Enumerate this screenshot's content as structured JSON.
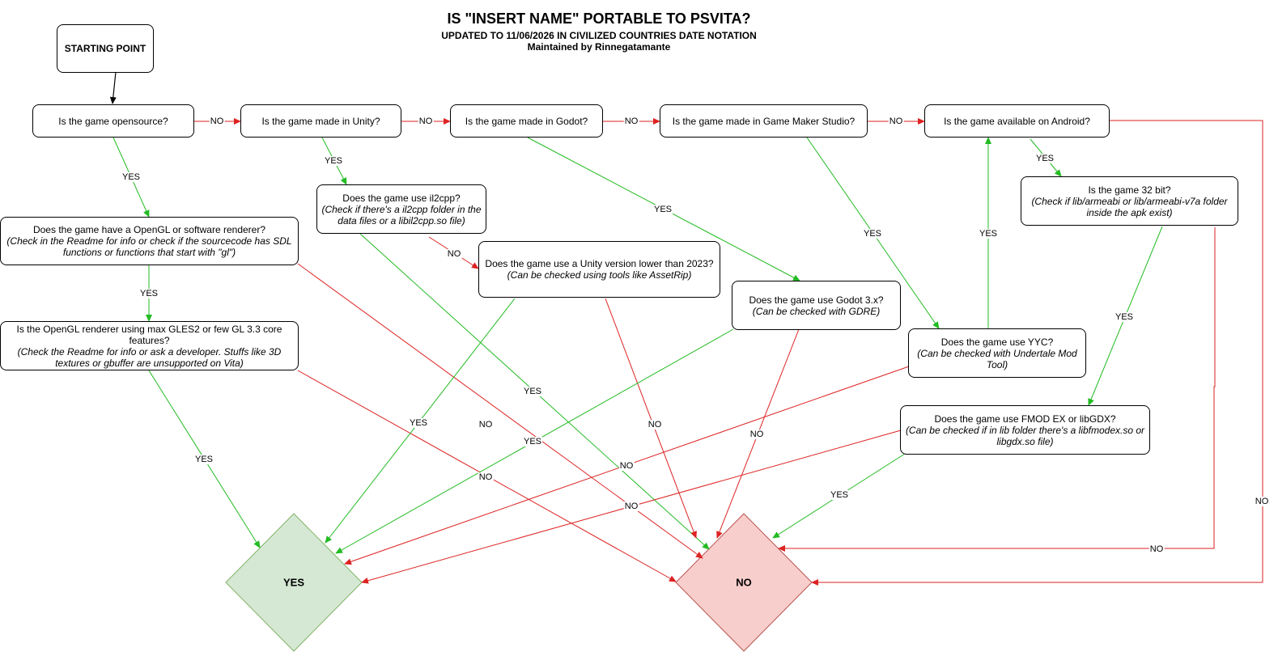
{
  "header": {
    "title": "IS \"INSERT NAME\" PORTABLE TO PSVITA?",
    "subtitle": "UPDATED TO 11/06/2026 IN CIVILIZED COUNTRIES DATE NOTATION",
    "maintainer": "Maintained by Rinnegatamante"
  },
  "colors": {
    "yes": "#22bb22",
    "no": "#dd2222",
    "start": "#000000",
    "yes_fill": "#d5e8d4",
    "yes_stroke": "#82b366",
    "no_fill": "#f8cecc",
    "no_stroke": "#b85450"
  },
  "nodes": {
    "start": {
      "label": "STARTING POINT"
    },
    "opensource": {
      "question": "Is the game opensource?"
    },
    "unity": {
      "question": "Is the game made in Unity?"
    },
    "godot": {
      "question": "Is the game made in Godot?"
    },
    "gms": {
      "question": "Is the game made in Game Maker Studio?"
    },
    "android": {
      "question": "Is the game available on Android?"
    },
    "renderer": {
      "question": "Does the game have a OpenGL or software renderer?",
      "hint": "(Check in the Readme for info or check if the sourcecode has SDL functions or functions that start with \"gl\")"
    },
    "gles": {
      "question": "Is the OpenGL renderer using max GLES2 or few GL 3.3 core features?",
      "hint": "(Check the Readme for info or ask a developer. Stuffs like 3D textures or gbuffer are unsupported on Vita)"
    },
    "il2cpp": {
      "question": "Does the game use il2cpp?",
      "hint": "(Check if there's a il2cpp folder in the data files or a libil2cpp.so file)"
    },
    "unity_version": {
      "question": "Does the game use a Unity version lower than 2023?",
      "hint": "(Can be checked using tools like AssetRip)"
    },
    "godot3": {
      "question": "Does the game use Godot 3.x?",
      "hint": "(Can be checked with GDRE)"
    },
    "yyc": {
      "question": "Does the game use YYC?",
      "hint": "(Can be checked with Undertale Mod Tool)"
    },
    "bit32": {
      "question": "Is the game 32 bit?",
      "hint": "(Check if lib/armeabi or lib/armeabi-v7a folder inside the apk exist)"
    },
    "fmod": {
      "question": "Does the game use FMOD EX or libGDX?",
      "hint": "(Can be checked if in lib folder there's a libfmodex.so or libgdx.so file)"
    }
  },
  "outcomes": {
    "yes": "YES",
    "no": "NO"
  },
  "edges": [
    {
      "from": "STARTING POINT",
      "to": "Is the game opensource?",
      "label": ""
    },
    {
      "from": "Is the game opensource?",
      "to": "Is the game made in Unity?",
      "label": "NO"
    },
    {
      "from": "Is the game made in Unity?",
      "to": "Is the game made in Godot?",
      "label": "NO"
    },
    {
      "from": "Is the game made in Godot?",
      "to": "Is the game made in Game Maker Studio?",
      "label": "NO"
    },
    {
      "from": "Is the game made in Game Maker Studio?",
      "to": "Is the game available on Android?",
      "label": "NO"
    },
    {
      "from": "Is the game opensource?",
      "to": "Does the game have a OpenGL or software renderer?",
      "label": "YES"
    },
    {
      "from": "Does the game have a OpenGL or software renderer?",
      "to": "Is the OpenGL renderer using max GLES2 or few GL 3.3 core features?",
      "label": "YES"
    },
    {
      "from": "Does the game have a OpenGL or software renderer?",
      "to": "NO",
      "label": "NO"
    },
    {
      "from": "Is the OpenGL renderer using max GLES2 or few GL 3.3 core features?",
      "to": "YES",
      "label": "YES"
    },
    {
      "from": "Is the OpenGL renderer using max GLES2 or few GL 3.3 core features?",
      "to": "NO",
      "label": "NO"
    },
    {
      "from": "Is the game made in Unity?",
      "to": "Does the game use il2cpp?",
      "label": "YES"
    },
    {
      "from": "Does the game use il2cpp?",
      "to": "Does the game use a Unity version lower than 2023?",
      "label": "NO"
    },
    {
      "from": "Does the game use il2cpp?",
      "to": "NO",
      "label": "YES"
    },
    {
      "from": "Does the game use a Unity version lower than 2023?",
      "to": "YES",
      "label": "YES"
    },
    {
      "from": "Does the game use a Unity version lower than 2023?",
      "to": "NO",
      "label": "NO"
    },
    {
      "from": "Is the game made in Godot?",
      "to": "Does the game use Godot 3.x?",
      "label": "YES"
    },
    {
      "from": "Does the game use Godot 3.x?",
      "to": "YES",
      "label": "YES"
    },
    {
      "from": "Does the game use Godot 3.x?",
      "to": "NO",
      "label": "NO"
    },
    {
      "from": "Is the game made in Game Maker Studio?",
      "to": "Does the game use YYC?",
      "label": "YES"
    },
    {
      "from": "Does the game use YYC?",
      "to": "Is the game available on Android?",
      "label": "YES"
    },
    {
      "from": "Does the game use YYC?",
      "to": "YES",
      "label": "NO"
    },
    {
      "from": "Is the game available on Android?",
      "to": "Is the game 32 bit?",
      "label": "YES"
    },
    {
      "from": "Is the game available on Android?",
      "to": "NO",
      "label": "NO"
    },
    {
      "from": "Is the game 32 bit?",
      "to": "Does the game use FMOD EX or libGDX?",
      "label": "YES"
    },
    {
      "from": "Is the game 32 bit?",
      "to": "NO",
      "label": "NO"
    },
    {
      "from": "Does the game use FMOD EX or libGDX?",
      "to": "NO",
      "label": "YES"
    },
    {
      "from": "Does the game use FMOD EX or libGDX?",
      "to": "YES",
      "label": "NO"
    }
  ]
}
